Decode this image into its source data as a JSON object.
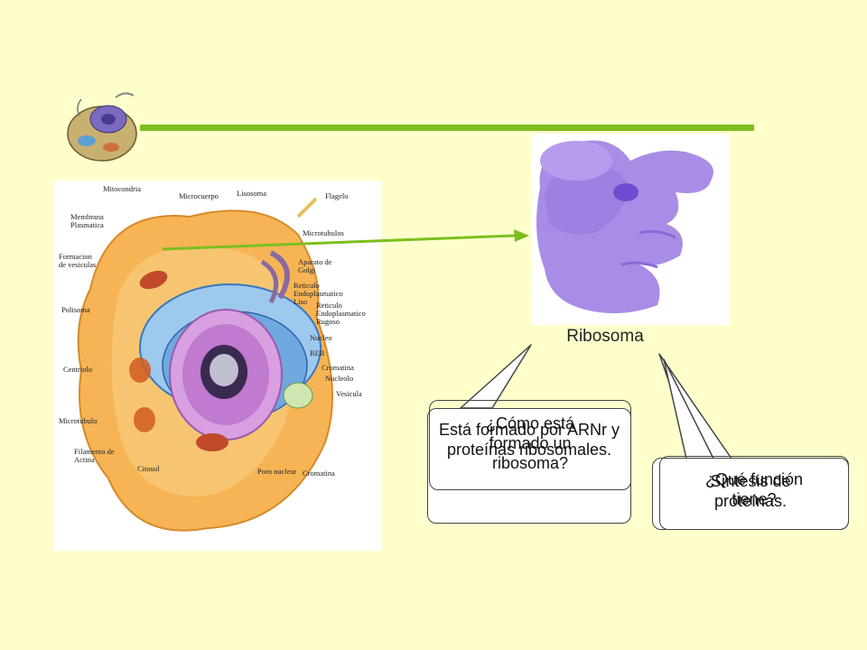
{
  "cell_labels": {
    "mitocondria": "Mitocondria",
    "microcuerpo": "Microcuerpo",
    "lisosoma": "Lisosoma",
    "flagelo": "Flagelo",
    "membrana": "Membrana\nPlasmatica",
    "microtubulos": "Microtubulos",
    "formacion": "Formacion\nde vesiculas",
    "golgi": "Aparato de\nGolgi",
    "rel": "Reticulo\nEndoplasmatico\nLiso",
    "polisoma": "Polisoma",
    "rer_label": "Reticulo\nEndoplasmatico\nRugoso",
    "nucleo": "Nucleo",
    "rer": "RER",
    "centriolo": "Centriolo",
    "cromatina_top": "Cromatina",
    "nucleolo": "Nucleolo",
    "vesicula": "Vesicula",
    "microtubulo": "Microtubulo",
    "filamento": "Filamento de\nActina",
    "citosol": "Citosol",
    "poro": "Poro nuclear",
    "cromatina_bottom": "Cromatina"
  },
  "ribosome": {
    "title": "Ribosoma"
  },
  "bubbles": {
    "left_back": "Está formado por ARNr y proteínas ribosomales.",
    "left_front": "¿Cómo está formado un ribosoma?",
    "right_back": "Síntesis de proteínas.",
    "right_front": "¿Qué función tiene?"
  },
  "colors": {
    "accent": "#7cbf1e",
    "background": "#ffffcc",
    "ribosome": "#a98ce6"
  }
}
